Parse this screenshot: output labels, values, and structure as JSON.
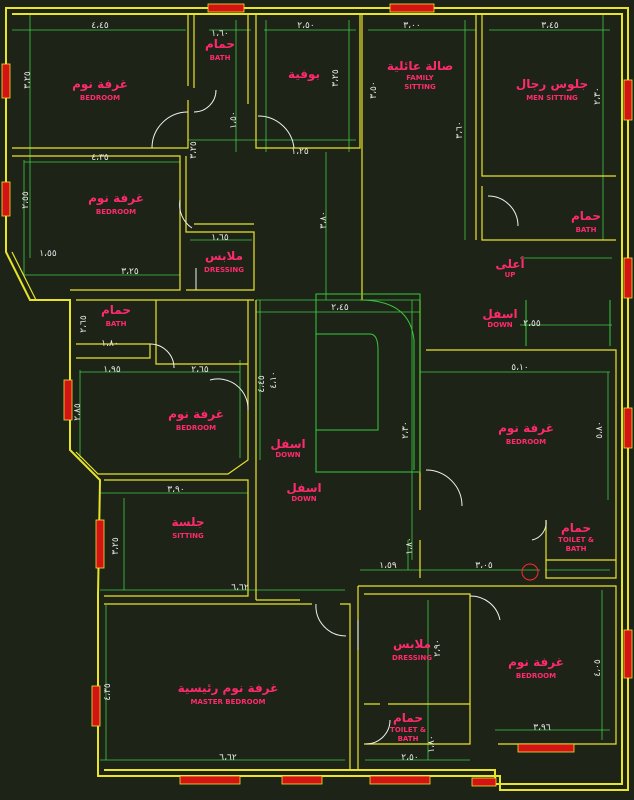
{
  "rooms": [
    {
      "id": "bed1",
      "ar": "غرفة نوم",
      "en": "BEDROOM"
    },
    {
      "id": "bath1",
      "ar": "حمام",
      "en": "BATH"
    },
    {
      "id": "pantry",
      "ar": "بوفية",
      "en": ""
    },
    {
      "id": "family",
      "ar": "صالة عائلية",
      "en": "FAMILY SITTING"
    },
    {
      "id": "men",
      "ar": "جلوس رجال",
      "en": "MEN SITTING"
    },
    {
      "id": "bed2",
      "ar": "غرفة نوم",
      "en": "BEDROOM"
    },
    {
      "id": "dress1",
      "ar": "ملابس",
      "en": "DRESSING"
    },
    {
      "id": "bath2",
      "ar": "حمام",
      "en": "BATH"
    },
    {
      "id": "bath3",
      "ar": "حمام",
      "en": "BATH"
    },
    {
      "id": "bed3",
      "ar": "غرفة نوم",
      "en": "BEDROOM"
    },
    {
      "id": "bed4",
      "ar": "غرفة نوم",
      "en": "BEDROOM"
    },
    {
      "id": "sitting",
      "ar": "جلسة",
      "en": "SITTING"
    },
    {
      "id": "tb1",
      "ar": "حمام",
      "en": "TOILET & BATH"
    },
    {
      "id": "master",
      "ar": "غرفة نوم رئيسية",
      "en": "MASTER BEDROOM"
    },
    {
      "id": "dress2",
      "ar": "ملابس",
      "en": "DRESSING"
    },
    {
      "id": "tb2",
      "ar": "حمام",
      "en": "TOILET & BATH"
    },
    {
      "id": "bed5",
      "ar": "غرفة نوم",
      "en": "BEDROOM"
    }
  ],
  "stair_labels": [
    {
      "id": "up",
      "ar": "أعلى",
      "en": "UP"
    },
    {
      "id": "down1",
      "ar": "اسفل",
      "en": "DOWN"
    },
    {
      "id": "down2",
      "ar": "اسفل",
      "en": "DOWN"
    },
    {
      "id": "down3",
      "ar": "اسفل",
      "en": "DOWN"
    }
  ],
  "dimensions": [
    "٤،٤٥",
    "١،٦٠",
    "٢،٥٠",
    "٣،٠٠",
    "٣،٤٥",
    "٣،٢٥",
    "٣،٢٥",
    "٣،٥٠",
    "٣،٦٠",
    "٢،٣٠",
    "٤،٣٥",
    "١،٥٠",
    "١،٢٥",
    "٣،٢٥",
    "٢،٥٥",
    "١،٥٥",
    "١،٦٥",
    "٣،٢٥",
    "٣،٨٠",
    "٢،٤٥",
    "٢،٦٥",
    "٢،٣٠",
    "١،٨٠",
    "٢،٨٥",
    "١،٩٥",
    "٢،٦٥",
    "٢،٥٥",
    "٤،٤٥",
    "٤،١٠",
    "٥،١٠",
    "٥،٨٠",
    "٣،٩٠",
    "٣،٢٥",
    "٦،٦٢",
    "١،٨٠",
    "١،٥٩",
    "٣،٠٥",
    "٢،٩٠",
    "٤،٣٥",
    "٤،٠٥",
    "٣،٩٦",
    "١،٨٠",
    "٦،٦٢",
    "٢،٥٠"
  ]
}
